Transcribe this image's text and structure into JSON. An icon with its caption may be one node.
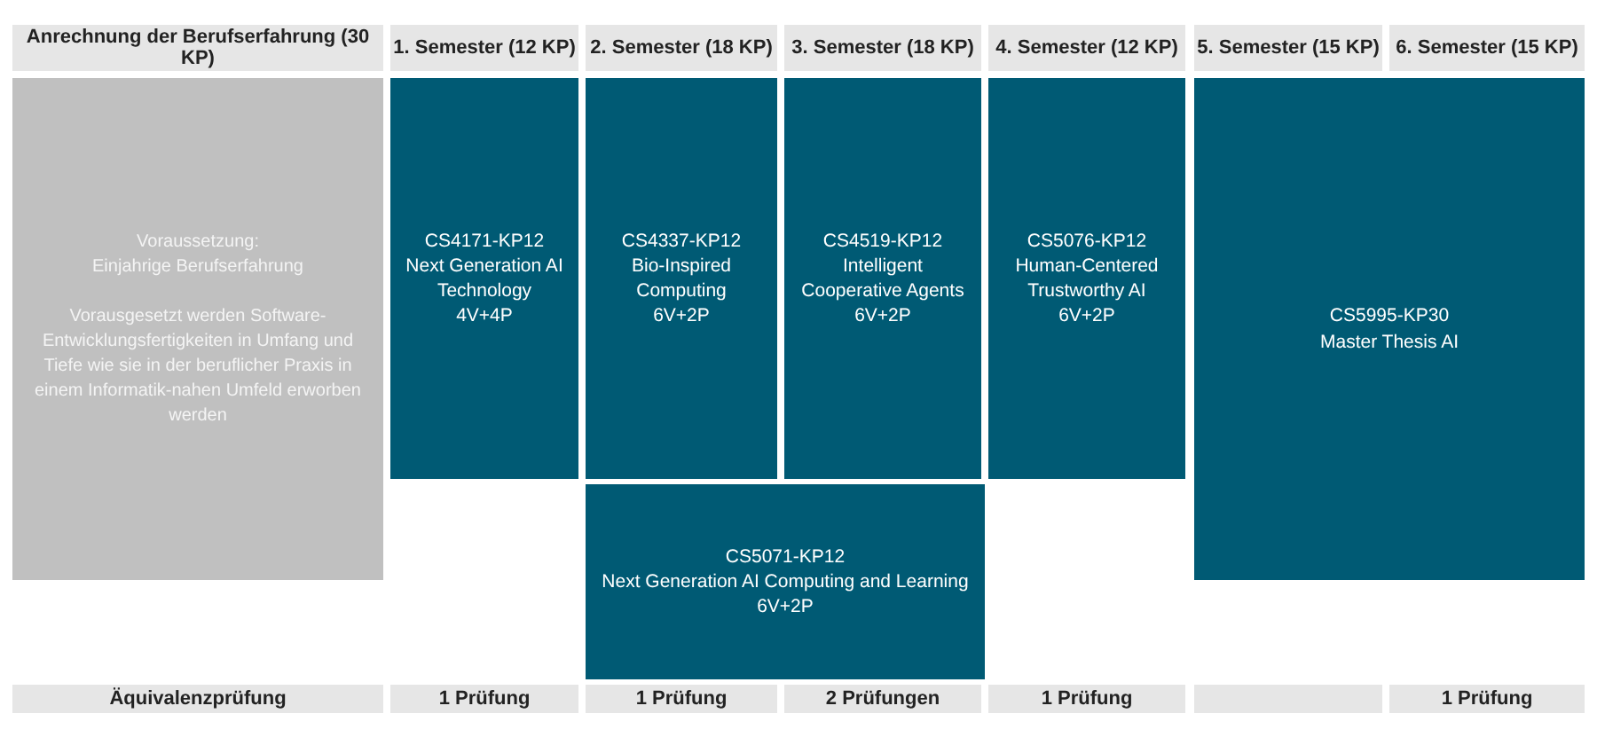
{
  "diagram": {
    "nodes": [
      {
        "text": [
          "Anrechnung der Berufserfahrung (30 KP)"
        ]
      },
      {
        "text": [
          "1. Semester (12 KP)"
        ]
      },
      {
        "text": [
          "2. Semester (18 KP)"
        ]
      },
      {
        "text": [
          "3. Semester (18 KP)"
        ]
      },
      {
        "text": [
          "4. Semester (12 KP)"
        ]
      },
      {
        "text": [
          "5. Semester (15 KP)"
        ]
      },
      {
        "text": [
          "6. Semester (15 KP)"
        ]
      },
      {
        "text": [
          "Voraussetzung:",
          "Einjahrige Berufserfahrung",
          "Vorausgesetzt werden Software-Entwicklungsfertigkeiten in Umfang und Tiefe wie sie in der beruflicher Praxis in einem Informatik-nahen Umfeld erworben werden"
        ]
      },
      {
        "text": [
          "CS4171-KP12",
          "Next Generation AI Technology",
          "4V+4P"
        ]
      },
      {
        "text": [
          "CS4337-KP12",
          "Bio-Inspired Computing",
          "6V+2P"
        ]
      },
      {
        "text": [
          "CS4519-KP12",
          "Intelligent Cooperative Agents",
          "6V+2P"
        ]
      },
      {
        "text": [
          "CS5076-KP12",
          "Human-Centered Trustworthy AI",
          "6V+2P"
        ]
      },
      {
        "text": [
          "CS5995-KP30",
          "Master Thesis AI"
        ]
      },
      {
        "text": [
          "CS5071-KP12",
          "Next Generation AI Computing and Learning",
          "6V+2P"
        ]
      },
      {
        "text": [
          "Äquivalenzprüfung"
        ]
      },
      {
        "text": [
          "1 Prüfung"
        ]
      },
      {
        "text": [
          "1 Prüfung"
        ]
      },
      {
        "text": [
          "2 Prüfungen"
        ]
      },
      {
        "text": [
          "1 Prüfung"
        ]
      },
      {
        "text": [],
        "shape": "bar"
      },
      {
        "text": [
          "1 Prüfung"
        ]
      }
    ]
  }
}
